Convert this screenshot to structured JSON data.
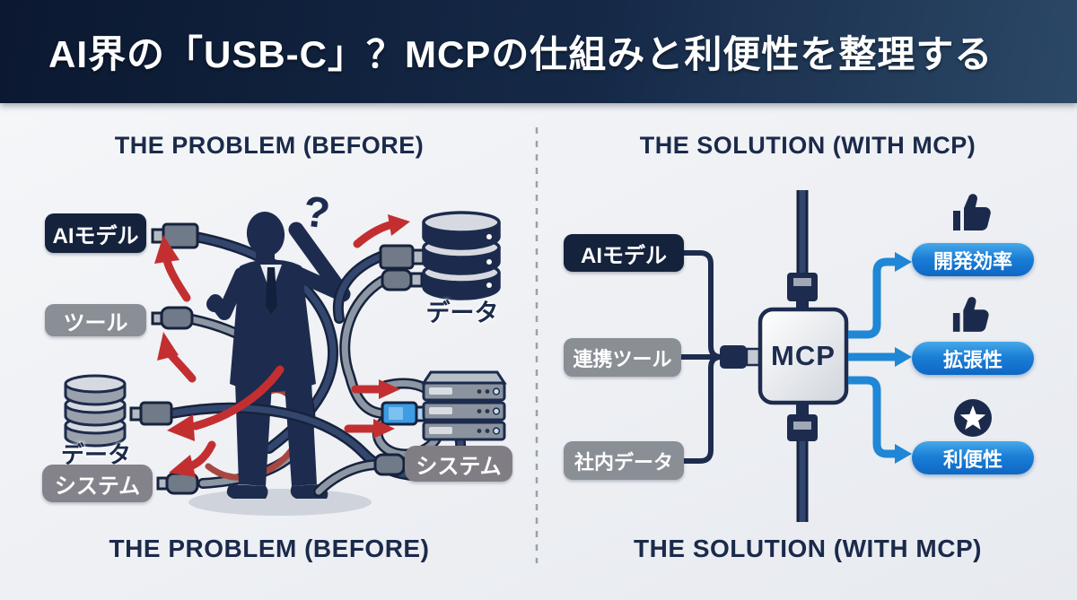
{
  "header": {
    "title": "AI界の「USB-C」？MCPの仕組みと利便性を整理する"
  },
  "problem": {
    "heading": "THE PROBLEM (BEFORE)",
    "question_mark": "?",
    "labels": {
      "ai_model": "AIモデル",
      "tool": "ツール",
      "data": "データ",
      "system": "システム"
    },
    "icons": [
      "database-icon",
      "server-icon",
      "usb-connector-icon",
      "businessman-silhouette",
      "tangled-cables",
      "red-arrow-icon"
    ]
  },
  "solution": {
    "heading": "THE SOLUTION (WITH MCP)",
    "inputs": [
      {
        "label": "AIモデル"
      },
      {
        "label": "連携ツール"
      },
      {
        "label": "社内データ"
      }
    ],
    "hub": {
      "label": "MCP"
    },
    "benefits": [
      {
        "label": "開発効率",
        "icon": "thumbs-up-icon"
      },
      {
        "label": "拡張性",
        "icon": "thumbs-up-icon"
      },
      {
        "label": "利便性",
        "icon": "star-icon"
      }
    ]
  },
  "colors": {
    "header_navy": "#13263f",
    "dark_label": "#15223c",
    "gray_label": "#8a8e95",
    "ink_navy": "#1b2a4a",
    "accent_red": "#c32f30",
    "accent_blue": "#1f87d5",
    "pill_blue_top": "#46a8ea",
    "pill_blue_bottom": "#0e67c4"
  }
}
